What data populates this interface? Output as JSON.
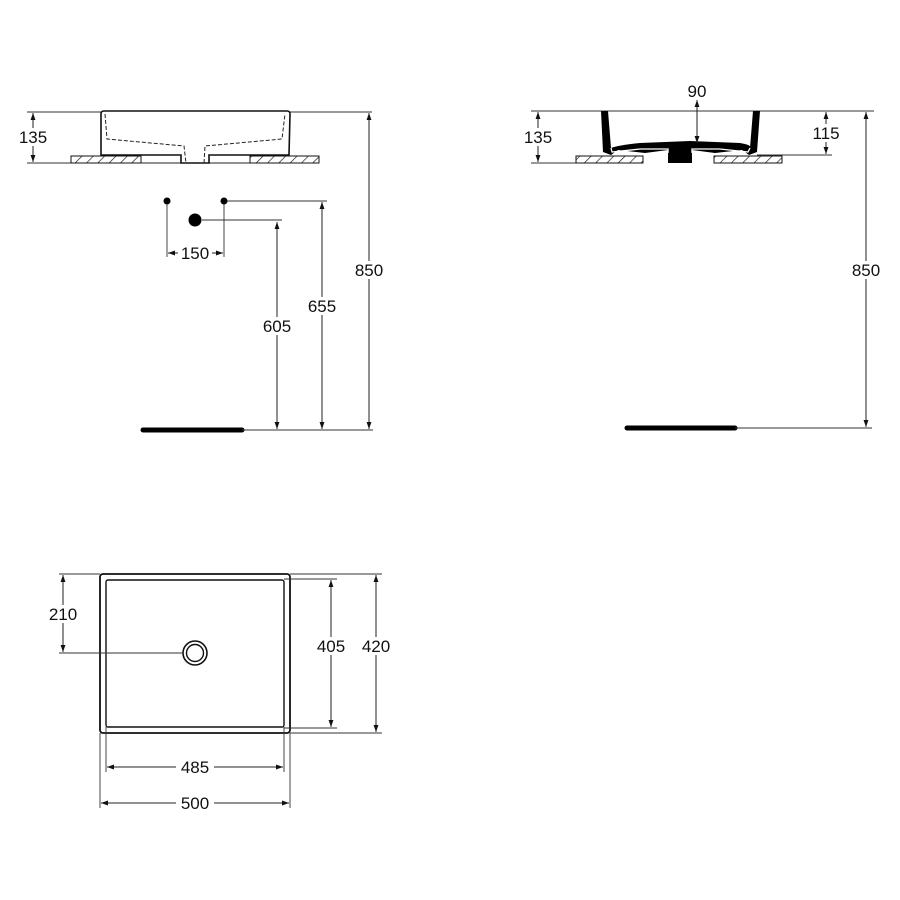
{
  "drawing": {
    "type": "technical drawing of countertop washbasin",
    "views": {
      "front_elevation": {
        "basin_height": "135",
        "tap_spacing": "150",
        "tap_height": "655",
        "waste_height": "605",
        "total_height": "850"
      },
      "side_section": {
        "basin_height": "135",
        "bowl_depth": "90",
        "inner_height": "115",
        "total_height": "850"
      },
      "plan_view": {
        "waste_offset": "210",
        "inner_depth": "405",
        "outer_depth": "420",
        "inner_width": "485",
        "outer_width": "500"
      }
    }
  }
}
